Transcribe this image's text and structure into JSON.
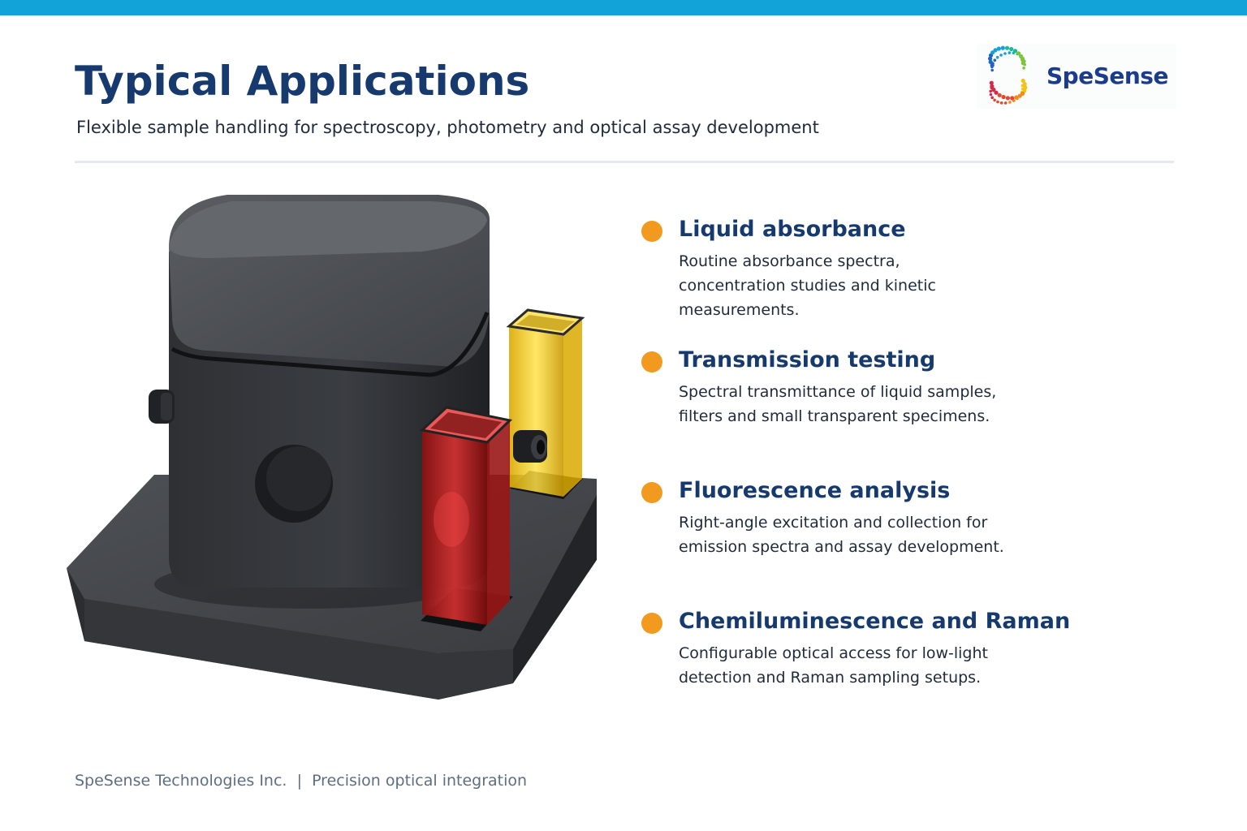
{
  "header": {
    "title": "Typical Applications",
    "subtitle": "Flexible sample handling for spectroscopy, photometry and optical assay development"
  },
  "logo": {
    "name": "SpeSense",
    "icon": "dotted-s-logo-icon"
  },
  "illustration": {
    "icon": "cuvette-holder-illustration",
    "cuvette_colors": [
      "#d42a2a",
      "#f2cc10"
    ]
  },
  "applications": [
    {
      "title": "Liquid absorbance",
      "description": "Routine absorbance spectra, concentration studies and kinetic measurements."
    },
    {
      "title": "Transmission testing",
      "description": "Spectral transmittance of liquid samples, filters and small transparent specimens."
    },
    {
      "title": "Fluorescence analysis",
      "description": "Right-angle excitation and collection for emission spectra and assay development."
    },
    {
      "title": "Chemiluminescence and Raman",
      "description": "Configurable optical access for low-light detection and Raman sampling setups."
    }
  ],
  "footer": {
    "company": "SpeSense Technologies Inc.",
    "separator": "|",
    "tagline": "Precision optical integration"
  },
  "colors": {
    "accent_bar": "#12a3d9",
    "heading": "#163a6e",
    "bullet": "#f29a1f",
    "footer_text": "#5e6e82"
  }
}
